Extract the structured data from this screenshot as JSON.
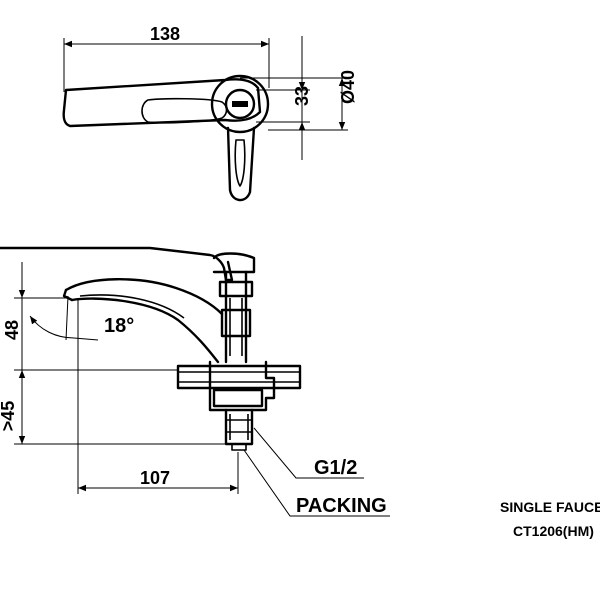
{
  "dimensions": {
    "top_length": "138",
    "top_height": "33",
    "top_diameter": "Ø40",
    "side_height": "48",
    "side_min_height": ">45",
    "side_length": "107",
    "spout_angle": "18°"
  },
  "callouts": {
    "thread": "G1/2",
    "packing": "PACKING"
  },
  "title_block": {
    "name": "SINGLE FAUCET",
    "model": "CT1206(HM)"
  },
  "colors": {
    "line": "#000000",
    "background": "#ffffff"
  }
}
